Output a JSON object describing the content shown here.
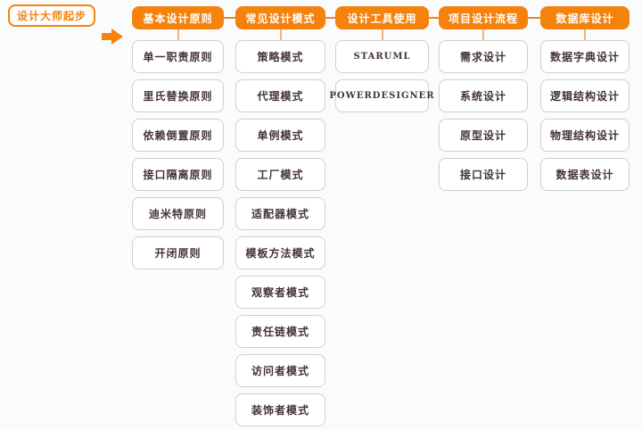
{
  "diagram": {
    "root": {
      "label": "设计大师起步"
    },
    "arrow_icon": "right-block-arrow",
    "columns": [
      {
        "header": "基本设计原则",
        "items": [
          "单一职责原则",
          "里氏替换原则",
          "依赖倒置原则",
          "接口隔离原则",
          "迪米特原则",
          "开闭原则"
        ]
      },
      {
        "header": "常见设计模式",
        "items": [
          "策略模式",
          "代理模式",
          "单例模式",
          "工厂模式",
          "适配器模式",
          "模板方法模式",
          "观察者模式",
          "责任链模式",
          "访问者模式",
          "装饰者模式"
        ]
      },
      {
        "header": "设计工具使用",
        "items": [
          "STARUML",
          "POWERDESIGNER"
        ]
      },
      {
        "header": "项目设计流程",
        "items": [
          "需求设计",
          "系统设计",
          "原型设计",
          "接口设计"
        ]
      },
      {
        "header": "数据库设计",
        "items": [
          "数据字典设计",
          "逻辑结构设计",
          "物理结构设计",
          "数据表设计"
        ]
      }
    ],
    "colors": {
      "accent_orange": "#f5820d",
      "header_text": "#ffffff",
      "node_text": "#43333a",
      "node_border": "#cfcfcf",
      "connector_horizontal": "#f58418",
      "connector_vertical": "#ebb57f",
      "background": "#fafbfc"
    }
  }
}
